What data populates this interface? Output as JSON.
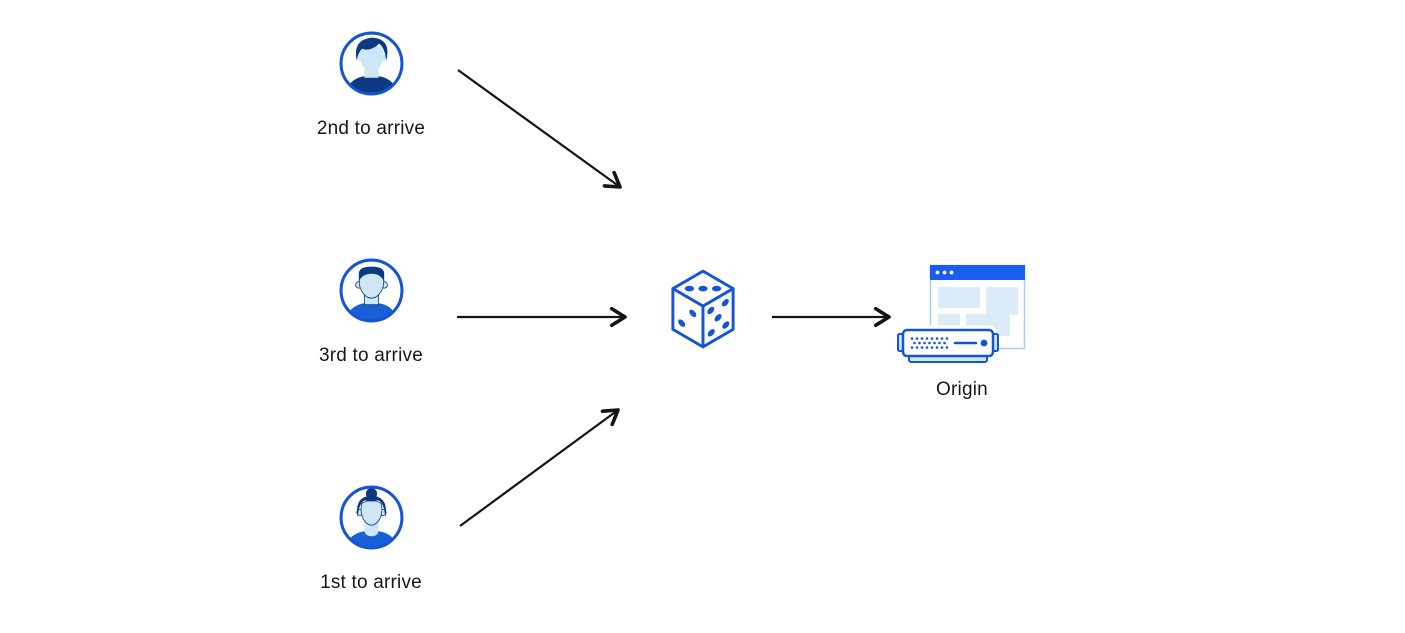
{
  "nodes": {
    "user_top": {
      "label": "2nd to arrive",
      "icon": "user-avatar-male-swoop-icon"
    },
    "user_middle": {
      "label": "3rd to arrive",
      "icon": "user-avatar-male-flattop-icon"
    },
    "user_bottom": {
      "label": "1st to arrive",
      "icon": "user-avatar-female-icon"
    },
    "dice": {
      "icon": "dice-icon"
    },
    "origin": {
      "label": "Origin",
      "icon": "origin-server-icon"
    }
  },
  "edges": [
    {
      "from": "user_top",
      "to": "dice"
    },
    {
      "from": "user_middle",
      "to": "dice"
    },
    {
      "from": "user_bottom",
      "to": "dice"
    },
    {
      "from": "dice",
      "to": "origin"
    }
  ],
  "colors": {
    "background": "#ffffff",
    "stroke_blue": "#1355d4",
    "bright_blue": "#1b5cf0",
    "dark_navy": "#0c3a80",
    "light_blue": "#cfe6f6",
    "pale_blue": "#dcebf8",
    "window_border": "#a9cdf0",
    "arrow": "#141414",
    "text": "#17181a"
  }
}
